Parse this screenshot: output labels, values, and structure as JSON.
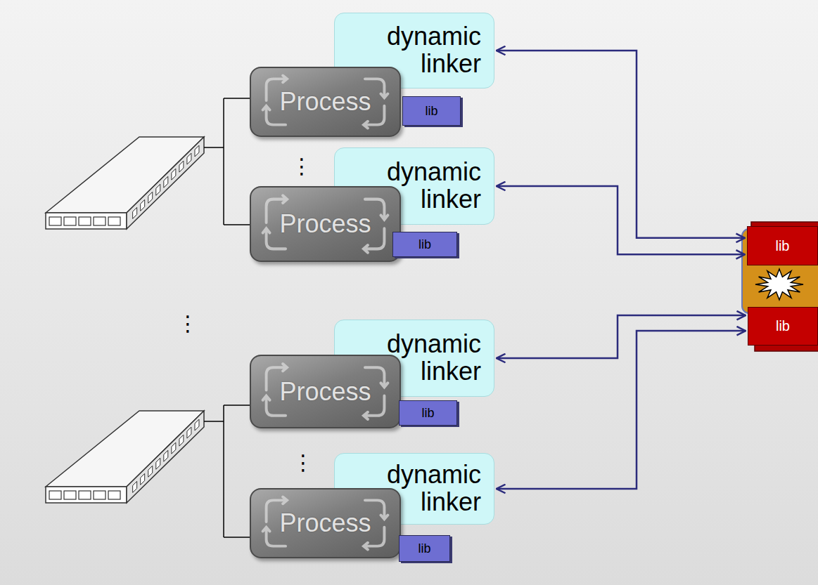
{
  "diagram": {
    "nodes": [
      {
        "text": [
          "dynamic linker"
        ]
      },
      {
        "text": [
          "Process"
        ]
      },
      {
        "text": [
          "lib"
        ]
      },
      {
        "text": [
          "dynamic linker"
        ]
      },
      {
        "text": [
          "Process"
        ]
      },
      {
        "text": [
          "lib"
        ]
      },
      {
        "text": [
          "dynamic linker"
        ]
      },
      {
        "text": [
          "Process"
        ]
      },
      {
        "text": [
          "lib"
        ]
      },
      {
        "text": [
          "dynamic linker"
        ]
      },
      {
        "text": [
          "Process"
        ]
      },
      {
        "text": [
          "lib"
        ]
      },
      {
        "text": [
          "lib"
        ]
      },
      {
        "text": [
          "lib"
        ]
      }
    ],
    "edges": [
      {
        "from": 0,
        "to": 12,
        "arrow": "both"
      },
      {
        "from": 3,
        "to": 12,
        "arrow": "both"
      },
      {
        "from": 6,
        "to": 13,
        "arrow": "both"
      },
      {
        "from": 9,
        "to": 13,
        "arrow": "both"
      }
    ],
    "labels": [
      "⋮",
      "⋮",
      "⋮"
    ]
  }
}
